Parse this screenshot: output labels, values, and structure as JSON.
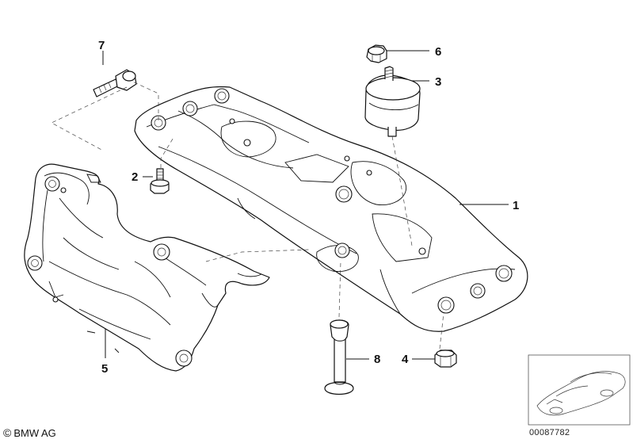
{
  "part_numbers": {
    "p1": "1",
    "p2": "2",
    "p3": "3",
    "p4": "4",
    "p5": "5",
    "p6": "6",
    "p7": "7",
    "p8": "8"
  },
  "footer": {
    "copyright_symbol": "©",
    "brand": "BMW AG",
    "diagram_code": "00087782"
  }
}
